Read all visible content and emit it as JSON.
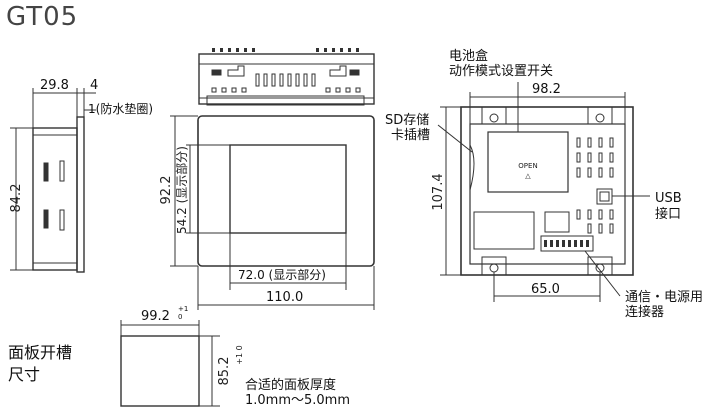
{
  "title": "GT05",
  "side_view": {
    "dim_width": "29.8",
    "dim_bezel": "4",
    "gasket_note": "1(防水垫圈)",
    "dim_height": "84.2"
  },
  "front_view": {
    "dim_total_height": "92.2",
    "dim_display_height": "54.2 (显示部分)",
    "dim_display_width": "72.0 (显示部分)",
    "dim_total_width": "110.0"
  },
  "rear_view": {
    "battery_label_1": "电池盒",
    "battery_label_2": "动作模式设置开关",
    "sd_label_1": "SD存储",
    "sd_label_2": "卡插槽",
    "dim_width": "98.2",
    "dim_height": "107.4",
    "usb_label_1": "USB",
    "usb_label_2": "接口",
    "dim_connector": "65.0",
    "connector_label_1": "通信・电源用",
    "connector_label_2": "连接器",
    "cover_text": "OPEN",
    "cover_arrow": "△"
  },
  "panel_cutout": {
    "label_1": "面板开槽",
    "label_2": "尺寸",
    "dim_width": "99.2",
    "dim_width_tol": "+1\n0",
    "dim_height": "85.2",
    "dim_height_tol": "+1\n0",
    "thickness_label": "合适的面板厚度",
    "thickness_range": "1.0mm～5.0mm"
  }
}
